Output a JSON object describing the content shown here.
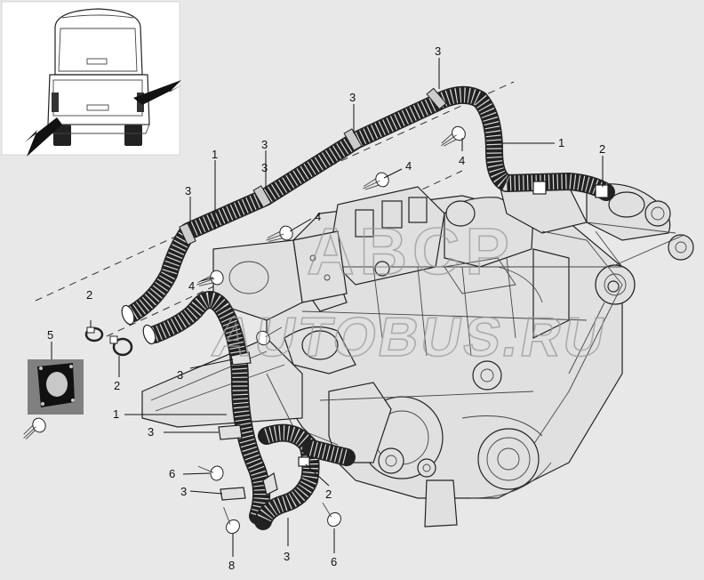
{
  "callouts": [
    {
      "id": "c1",
      "text": "1"
    },
    {
      "id": "c2",
      "text": "1"
    },
    {
      "id": "c3",
      "text": "1"
    },
    {
      "id": "c4",
      "text": "2"
    },
    {
      "id": "c5",
      "text": "2"
    },
    {
      "id": "c6",
      "text": "2"
    },
    {
      "id": "c7",
      "text": "2"
    },
    {
      "id": "c8",
      "text": "3"
    },
    {
      "id": "c9",
      "text": "3"
    },
    {
      "id": "c10",
      "text": "3"
    },
    {
      "id": "c11",
      "text": "3"
    },
    {
      "id": "c12",
      "text": "3"
    },
    {
      "id": "c13",
      "text": "3"
    },
    {
      "id": "c14",
      "text": "3"
    },
    {
      "id": "c15",
      "text": "3"
    },
    {
      "id": "c16",
      "text": "4"
    },
    {
      "id": "c17",
      "text": "4"
    },
    {
      "id": "c18",
      "text": "4"
    },
    {
      "id": "c19",
      "text": "4"
    },
    {
      "id": "c20",
      "text": "5"
    },
    {
      "id": "c21",
      "text": "6"
    },
    {
      "id": "c22",
      "text": "6"
    },
    {
      "id": "c23",
      "text": "8"
    }
  ],
  "watermark": {
    "line1": "ABCP",
    "line2": "AUTOBUS.RU"
  },
  "colors": {
    "background": "#e8e8e8",
    "line": "#111111",
    "gasket_box": "#808080"
  }
}
